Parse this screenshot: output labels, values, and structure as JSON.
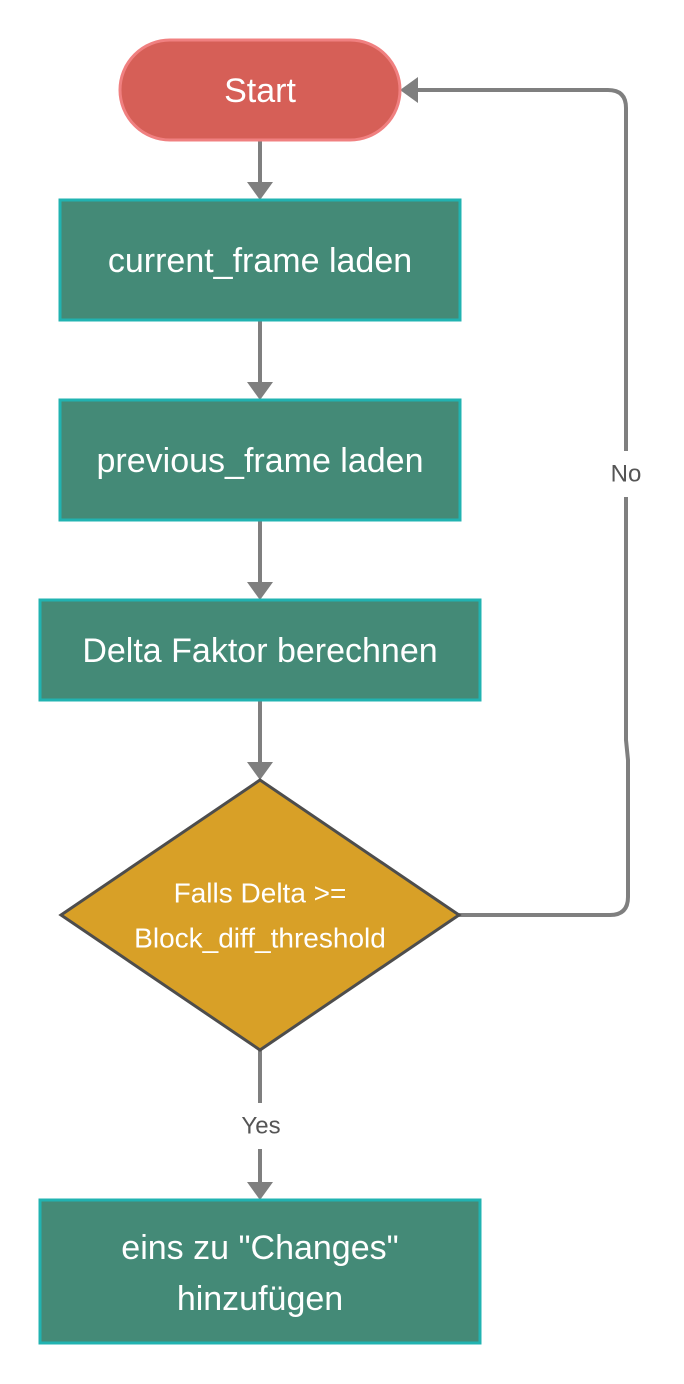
{
  "nodes": {
    "start": {
      "label": "Start"
    },
    "load_current": {
      "label": "current_frame laden"
    },
    "load_previous": {
      "label": "previous_frame laden"
    },
    "compute_delta": {
      "label": "Delta Faktor berechnen"
    },
    "decision": {
      "line1": "Falls Delta >=",
      "line2": "Block_diff_threshold"
    },
    "add_change": {
      "line1": "eins zu \"Changes\"",
      "line2": "hinzufügen"
    }
  },
  "edges": {
    "yes_label": "Yes",
    "no_label": "No"
  },
  "colors": {
    "start_fill": "#d65f57",
    "start_stroke": "#f08080",
    "process_fill": "#448a77",
    "process_stroke": "#21b3b1",
    "decision_fill": "#d8a027",
    "decision_stroke": "#4d4d4d",
    "connector": "#7f7f7f"
  }
}
